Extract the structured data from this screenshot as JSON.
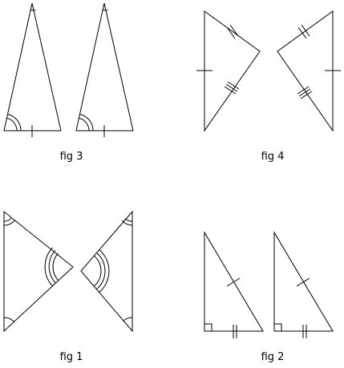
{
  "figures": [
    {
      "id": "fig3",
      "label": "fig 3"
    },
    {
      "id": "fig4",
      "label": "fig 4"
    },
    {
      "id": "fig1",
      "label": "fig 1"
    },
    {
      "id": "fig2",
      "label": "fig 2"
    }
  ]
}
